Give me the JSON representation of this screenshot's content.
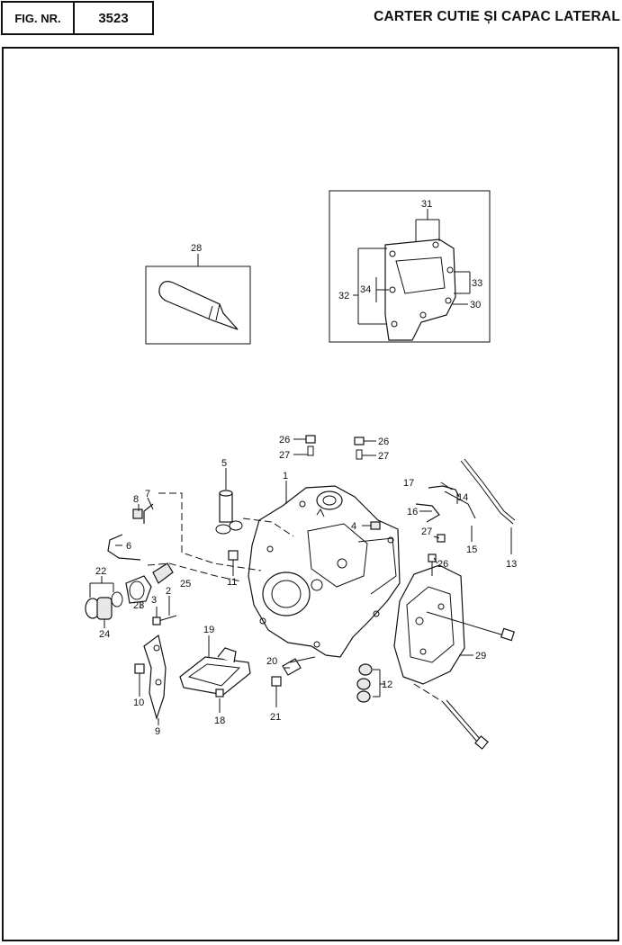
{
  "header": {
    "fig_label": "FIG. NR.",
    "fig_number": "3523",
    "title": "CARTER CUTIE ȘI CAPAC LATERAL"
  },
  "callouts": {
    "c1": "1",
    "c2": "2",
    "c3": "3",
    "c4": "4",
    "c5": "5",
    "c6": "6",
    "c7": "7",
    "c8": "8",
    "c9": "9",
    "c10": "10",
    "c11": "11",
    "c12": "12",
    "c13": "13",
    "c14": "14",
    "c15": "15",
    "c16": "16",
    "c17": "17",
    "c18": "18",
    "c19": "19",
    "c20": "20",
    "c21": "21",
    "c22": "22",
    "c23": "23",
    "c24": "24",
    "c25": "25",
    "c26a": "26",
    "c26b": "26",
    "c26c": "26",
    "c27a": "27",
    "c27b": "27",
    "c27c": "27",
    "c28": "28",
    "c29": "29",
    "c30": "30",
    "c31": "31",
    "c32": "32",
    "c33": "33",
    "c34": "34"
  }
}
